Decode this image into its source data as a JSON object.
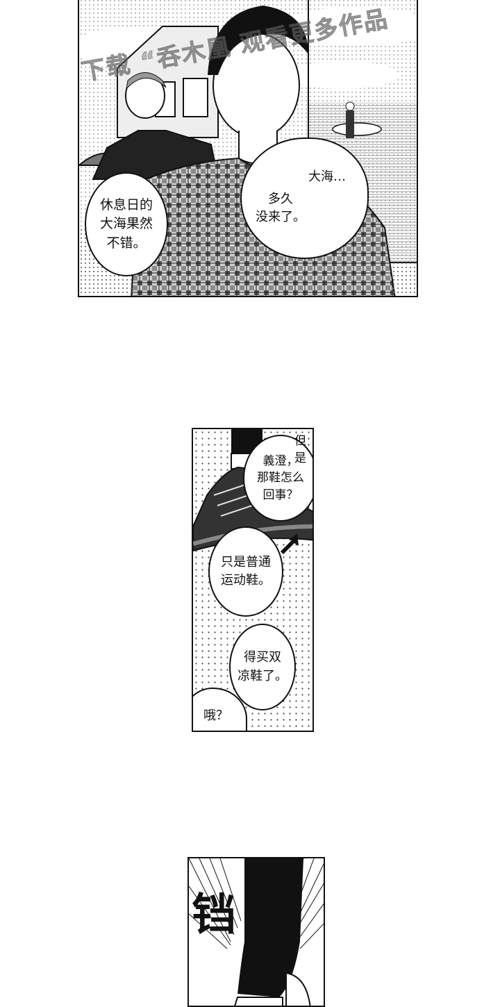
{
  "watermark": "下载 “呑木凰 观看更多作品",
  "panel1": {
    "bubbles": {
      "left": "休息日的\n大海果然\n不错。",
      "right_top": "大海…",
      "right_main": "多久\n没来了。"
    }
  },
  "panel2": {
    "aside": "但是",
    "bubbles": {
      "question": "義澄，\n那鞋怎么\n回事？",
      "answer": "只是普通\n运动鞋。",
      "sandals": "得买双\n凉鞋了。",
      "oh": "哦？"
    }
  },
  "panel3": {
    "sfx": "铛"
  }
}
